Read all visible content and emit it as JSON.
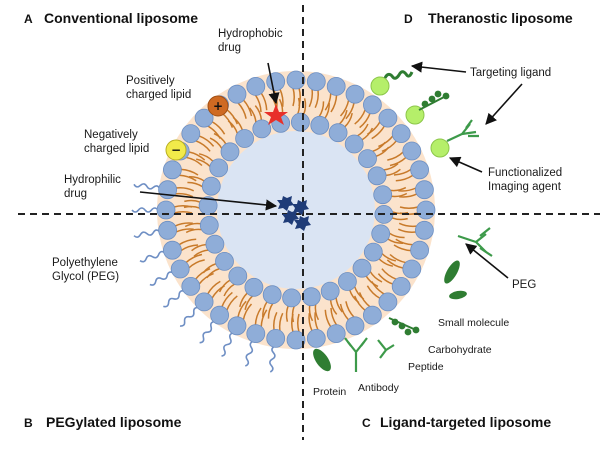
{
  "quadrants": {
    "a": {
      "letter": "A",
      "title": "Conventional liposome"
    },
    "b": {
      "letter": "B",
      "title": "PEGylated liposome"
    },
    "c": {
      "letter": "C",
      "title": "Ligand-targeted liposome"
    },
    "d": {
      "letter": "D",
      "title": "Theranostic liposome"
    }
  },
  "labels": {
    "hydrophobic_drug": [
      "Hydrophobic",
      "drug"
    ],
    "positively_charged_lipid": [
      "Positively",
      "charged lipid"
    ],
    "negatively_charged_lipid": [
      "Negatively",
      "charged lipid"
    ],
    "hydrophilic_drug": [
      "Hydrophilic",
      "drug"
    ],
    "peg": [
      "Polyethylene",
      "Glycol (PEG)"
    ],
    "targeting_ligand": "Targeting ligand",
    "imaging_agent": [
      "Functionalized",
      "Imaging agent"
    ],
    "peg_short": "PEG",
    "small_molecule": "Small molecule",
    "carbohydrate": "Carbohydrate",
    "peptide": "Peptide",
    "protein": "Protein",
    "antibody": "Antibody"
  },
  "symbols": {
    "positive": "+",
    "negative": "−"
  },
  "colors": {
    "lipid_head": "#8fadd8",
    "lipid_head_stroke": "#6d8fc2",
    "tail": "#c87a2a",
    "bilayer_fill": "#fbe3cc",
    "core_fill": "#dae4f3",
    "peg_chain": "#6f8fc4",
    "ligand_green": "#2f7d32",
    "imaging_green": "#b5ef6a",
    "positive_lipid": "#cf6a22",
    "negative_lipid": "#f2ea4a",
    "drug_red": "#e8302a",
    "drug_blue": "#1f3c78"
  }
}
